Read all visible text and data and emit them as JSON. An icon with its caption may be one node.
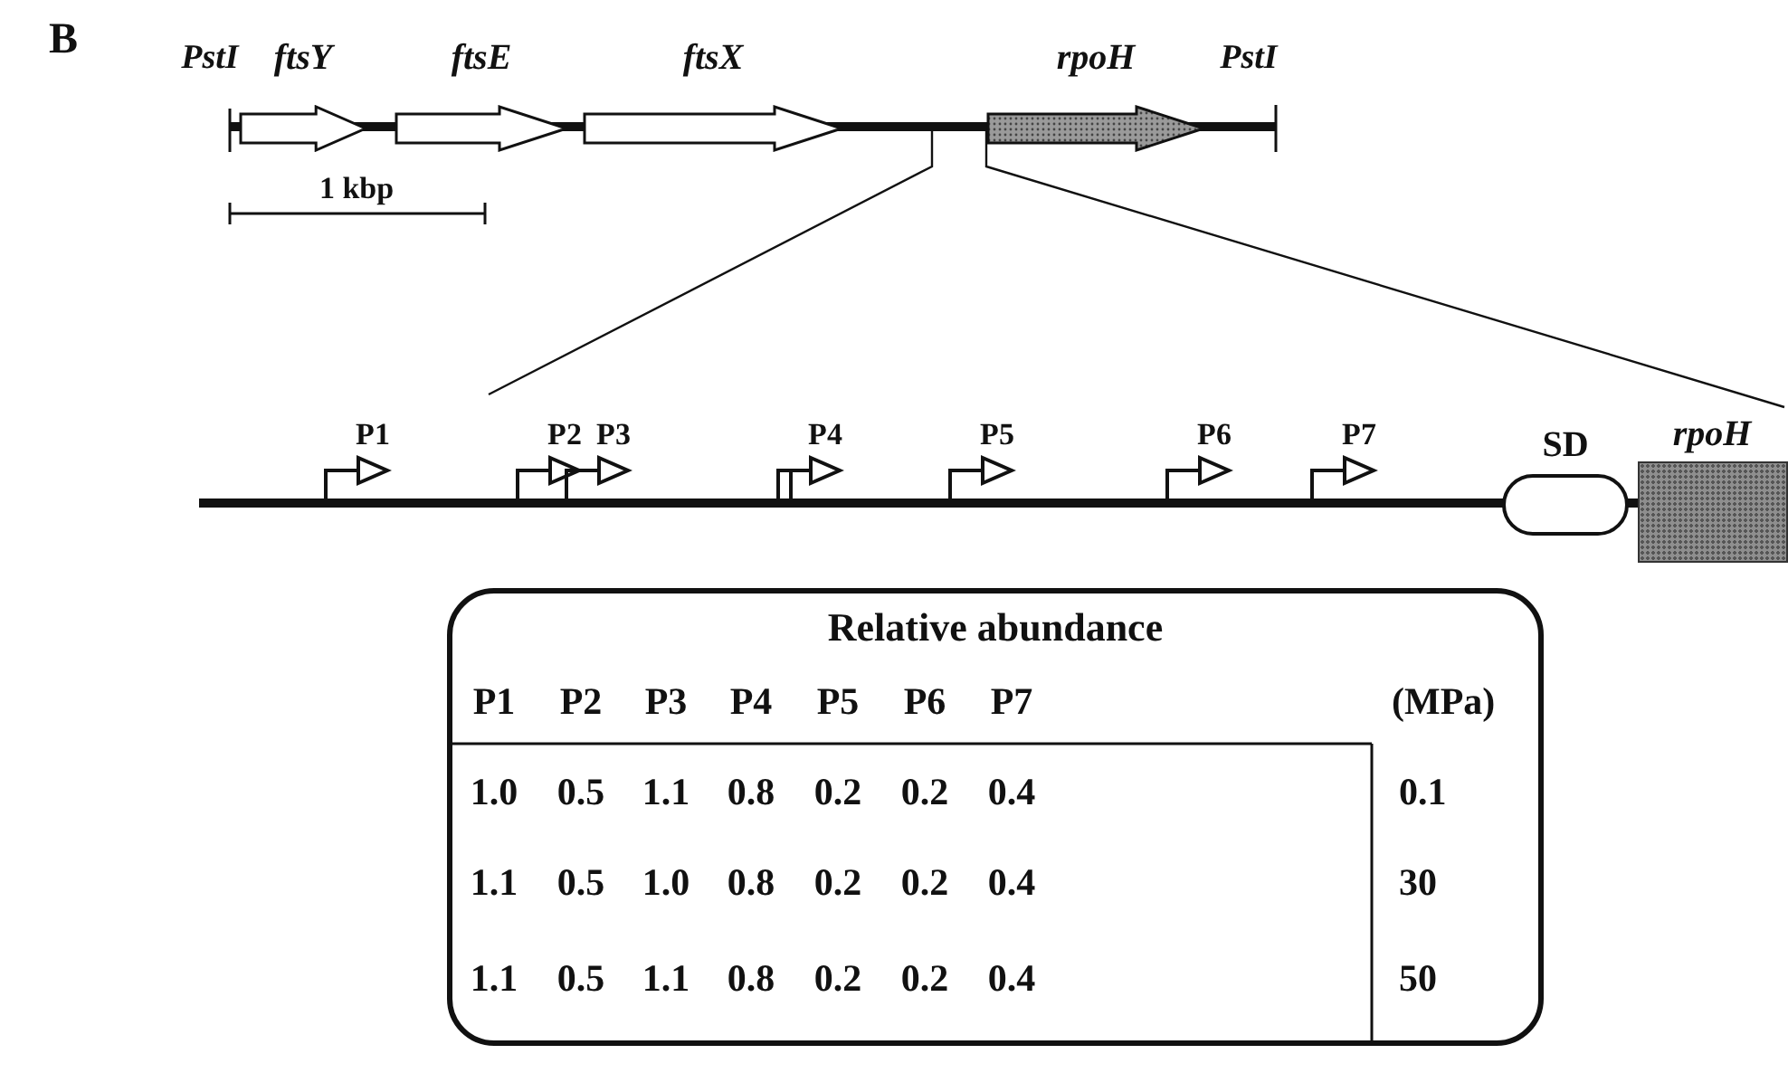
{
  "diagram": {
    "nodes": [
      {
        "text": [
          "ftsY"
        ]
      },
      {
        "text": [
          "ftsE"
        ]
      },
      {
        "text": [
          "ftsX"
        ]
      },
      {
        "text": [
          "rpoH"
        ]
      },
      {
        "text": [
          "SD"
        ]
      },
      {
        "text": [
          "rpoH"
        ]
      },
      {
        "text": [
          "Relative abundance"
        ]
      }
    ],
    "labels": [
      "B",
      "PstI",
      "PstI",
      "1 kbp",
      "P1",
      "P2",
      "P3",
      "P4",
      "P5",
      "P6",
      "P7",
      "P1",
      "P2",
      "P3",
      "P4",
      "P5",
      "P6",
      "P7",
      "(MPa)",
      "1.0",
      "0.5",
      "1.1",
      "0.8",
      "0.2",
      "0.2",
      "0.4",
      "0.1",
      "1.1",
      "0.5",
      "1.0",
      "0.8",
      "0.2",
      "0.2",
      "0.4",
      "30",
      "1.1",
      "0.5",
      "1.1",
      "0.8",
      "0.2",
      "0.2",
      "0.4",
      "50"
    ]
  }
}
